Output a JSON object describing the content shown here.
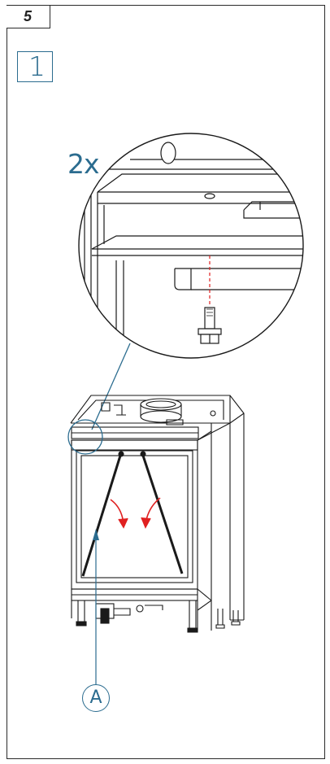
{
  "page": {
    "number": "5"
  },
  "step": {
    "number": "1"
  },
  "detail": {
    "count_label": "2x"
  },
  "callouts": {
    "a_label": "A"
  },
  "colors": {
    "accent": "#2b6c8f",
    "arrow": "#e02020",
    "line": "#1a1a1a"
  }
}
